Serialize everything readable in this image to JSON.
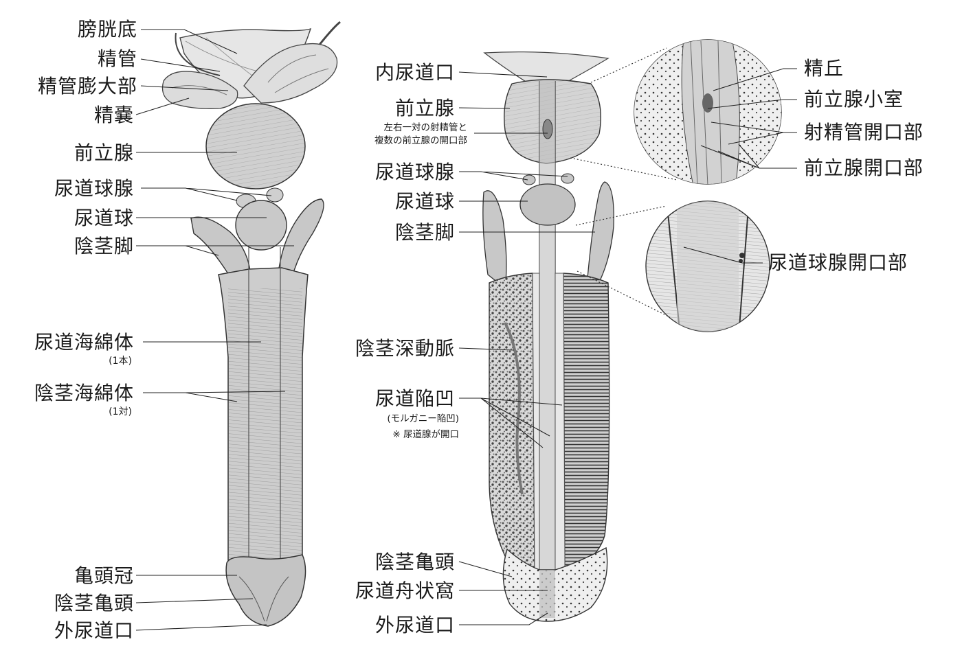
{
  "left_figure": {
    "labels": {
      "bladder_base": "膀胱底",
      "vas_deferens": "精管",
      "ampulla": "精管膨大部",
      "seminal_vesicle": "精嚢",
      "prostate": "前立腺",
      "bulbourethral_gland": "尿道球腺",
      "urethral_bulb": "尿道球",
      "crus_penis": "陰茎脚",
      "corpus_spongiosum": "尿道海綿体",
      "corpus_spongiosum_note": "(1本)",
      "corpus_cavernosum": "陰茎海綿体",
      "corpus_cavernosum_note": "(1対)",
      "glans_corona": "亀頭冠",
      "glans_penis": "陰茎亀頭",
      "external_orifice": "外尿道口"
    }
  },
  "right_figure": {
    "labels": {
      "internal_orifice": "内尿道口",
      "prostate": "前立腺",
      "duct_note_line1": "左右一対の射精管と",
      "duct_note_line2": "複数の前立腺の開口部",
      "bulbourethral_gland": "尿道球腺",
      "urethral_bulb": "尿道球",
      "crus_penis": "陰茎脚",
      "deep_artery": "陰茎深動脈",
      "urethral_lacunae": "尿道陥凹",
      "lacunae_note": "(モルガニー陥凹)",
      "lacunae_note2": "※ 尿道腺が開口",
      "glans_penis": "陰茎亀頭",
      "navicular_fossa": "尿道舟状窩",
      "external_orifice": "外尿道口"
    }
  },
  "inset_top": {
    "labels": {
      "seminal_colliculus": "精丘",
      "prostatic_utricle": "前立腺小室",
      "ejaculatory_duct_opening": "射精管開口部",
      "prostatic_duct_opening": "前立腺開口部"
    }
  },
  "inset_bottom": {
    "labels": {
      "bulbourethral_duct_opening": "尿道球腺開口部"
    }
  }
}
